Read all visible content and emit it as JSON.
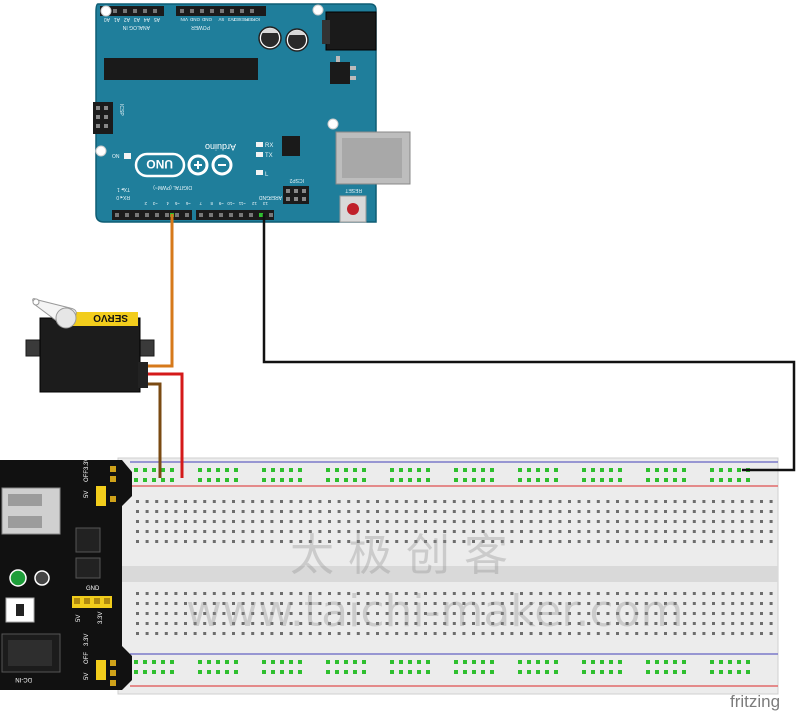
{
  "arduino": {
    "logo_text": "UNO",
    "brand": "Arduino",
    "header_top": [
      "A0",
      "A1",
      "A2",
      "A3",
      "A4",
      "A5"
    ],
    "section_analog": "ANALOG IN",
    "section_power": "POWER",
    "power_pins": [
      "VIN",
      "GND",
      "GND",
      "5V",
      "3V3",
      "RESET",
      "IOREF"
    ],
    "label_on": "ON",
    "label_icsp": "ICSP",
    "label_icsp2": "ICSP2",
    "label_rx": "RX",
    "label_tx": "TX",
    "label_l": "L",
    "label_digital": "DIGITAL (PWM~)",
    "label_reset": "RESET",
    "label_tx_pin": "TX▸ 1",
    "label_rx_pin": "RX◂ 0",
    "label_aref": "AREF",
    "label_gnd": "GND",
    "digital_pins": [
      "13",
      "12",
      "~11",
      "~10",
      "~9",
      "8",
      "7",
      "~6",
      "~5",
      "4",
      "~3",
      "2"
    ]
  },
  "servo": {
    "label": "SERVO"
  },
  "power_module": {
    "label_5v": "5V",
    "label_off": "OFF",
    "label_3v3": "3.3V",
    "label_gnd": "GND",
    "label_dc": "DC-IN"
  },
  "watermark": {
    "chinese": "太极创客",
    "url": "www.taichi-maker.com"
  },
  "fritzing_label": "fritzing",
  "colors": {
    "board": "#1f7e9b",
    "board_edge": "#0f5d74",
    "wire_orange": "#d6791b",
    "wire_black": "#111111",
    "wire_red": "#d41a1a",
    "wire_brown": "#7a4a12",
    "breadboard": "#ececec",
    "hole_green": "#2fbf2f",
    "rail_red": "#e26a6a",
    "rail_blue": "#7b79c9"
  }
}
